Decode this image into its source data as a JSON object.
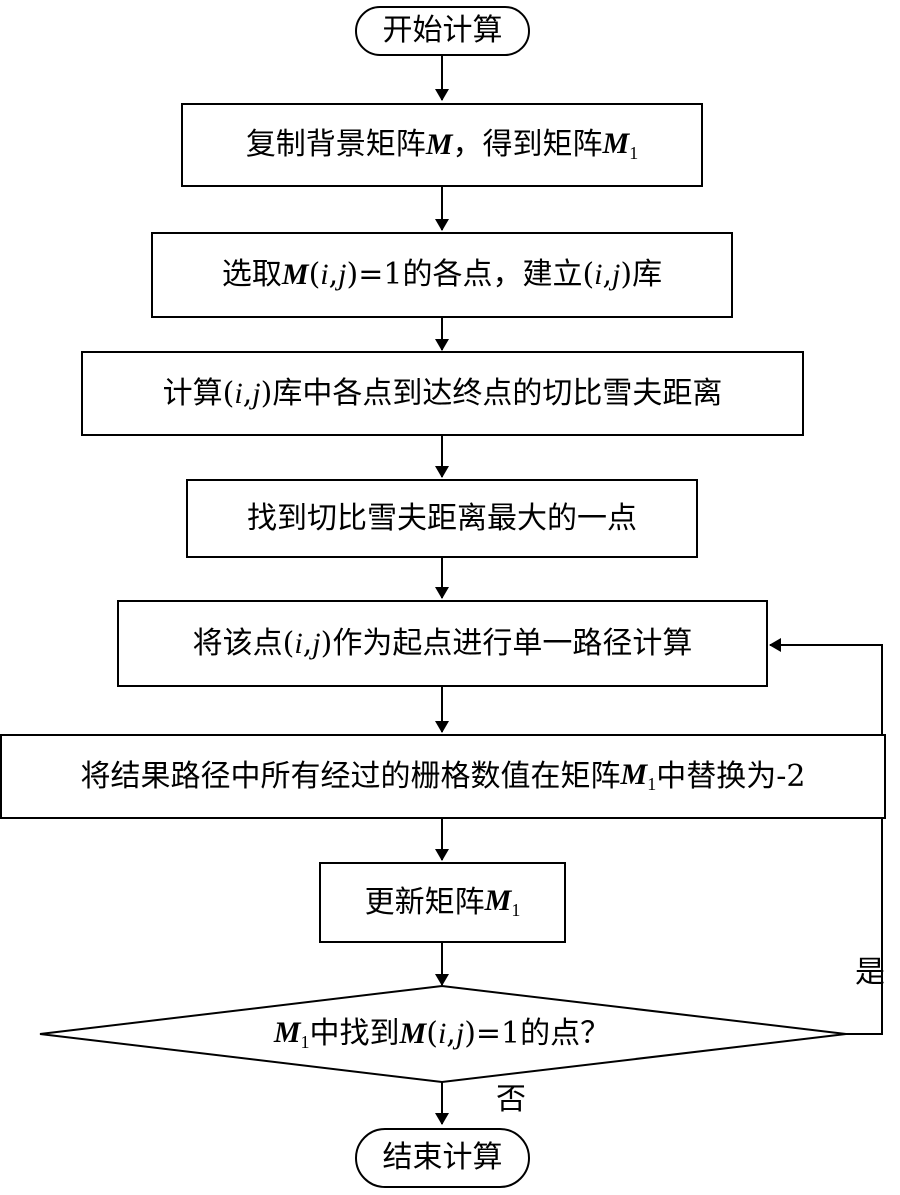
{
  "flowchart": {
    "start": "开始计算",
    "step1": {
      "pre": "复制背景矩阵",
      "m": "M",
      "mid": "，得到矩阵",
      "m1": "M",
      "sub": "1"
    },
    "step2": {
      "pre": "选取",
      "m": "M",
      "lp": "(",
      "i": "i",
      "comma": " , ",
      "j": "j",
      "rest": ")=1的各点，建立(",
      "i2": "i",
      "comma2": " , ",
      "j2": "j",
      "post": ")库"
    },
    "step3": {
      "pre": "计算(",
      "i": "i",
      "comma": " , ",
      "j": "j",
      "post": ")库中各点到达终点的切比雪夫距离"
    },
    "step4": "找到切比雪夫距离最大的一点",
    "step5": {
      "pre": "将该点(",
      "i": "i",
      "comma": " , ",
      "j": "j",
      "post": ")作为起点进行单一路径计算"
    },
    "step6": {
      "pre": "将结果路径中所有经过的栅格数值在矩阵",
      "m": "M",
      "sub": "1",
      "post": "中替换为-2"
    },
    "step7": {
      "pre": "更新矩阵",
      "m": "M",
      "sub": "1"
    },
    "decision": {
      "m": "M",
      "sub": "1",
      "mid": "中找到",
      "m2": "M",
      "lp": "(",
      "i": "i",
      "comma": " , ",
      "j": "j",
      "post": ")=1的点？"
    },
    "yes_label": "是",
    "no_label": "否",
    "end": "结束计算"
  }
}
